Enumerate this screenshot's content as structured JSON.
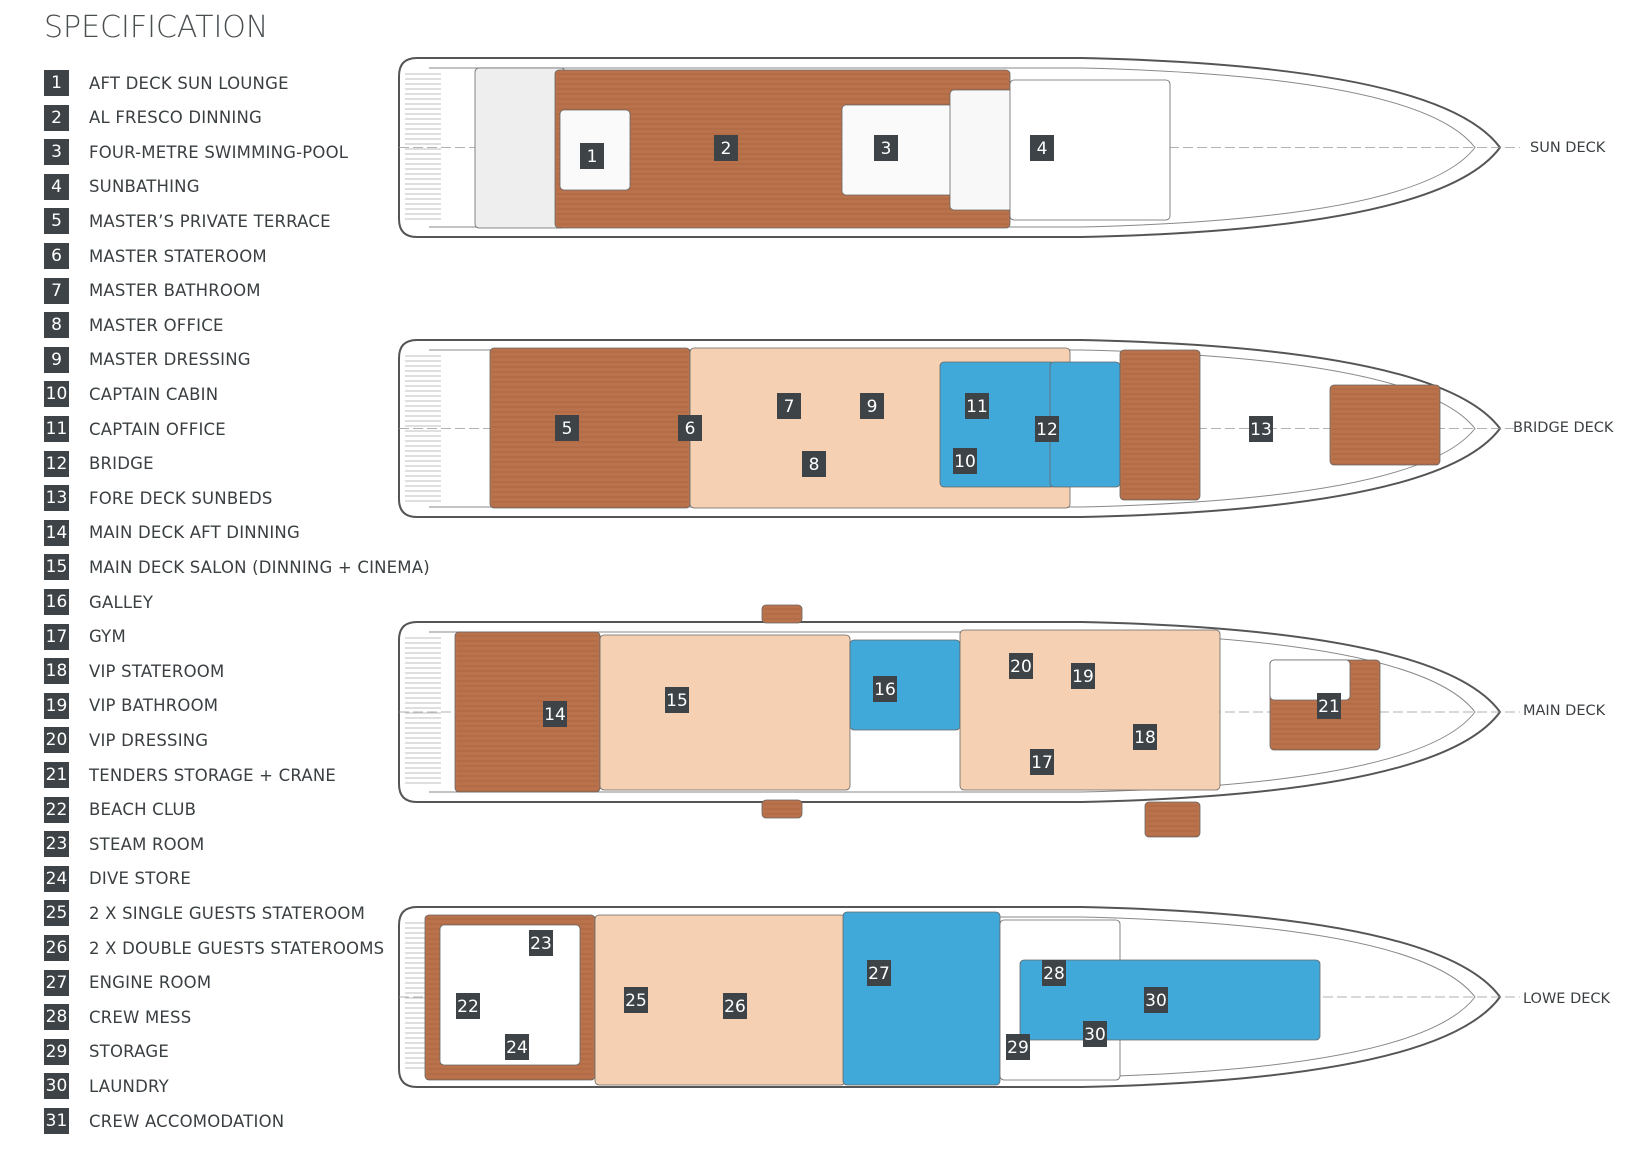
{
  "title": "SPECIFICATION",
  "legend": [
    {
      "n": "1",
      "label": "AFT DECK SUN LOUNGE"
    },
    {
      "n": "2",
      "label": "AL FRESCO DINNING"
    },
    {
      "n": "3",
      "label": "FOUR-METRE SWIMMING-POOL"
    },
    {
      "n": "4",
      "label": "SUNBATHING"
    },
    {
      "n": "5",
      "label": "MASTER’S PRIVATE TERRACE"
    },
    {
      "n": "6",
      "label": "MASTER STATEROOM"
    },
    {
      "n": "7",
      "label": "MASTER BATHROOM"
    },
    {
      "n": "8",
      "label": "MASTER OFFICE"
    },
    {
      "n": "9",
      "label": "MASTER DRESSING"
    },
    {
      "n": "10",
      "label": "CAPTAIN CABIN"
    },
    {
      "n": "11",
      "label": "CAPTAIN OFFICE"
    },
    {
      "n": "12",
      "label": "BRIDGE"
    },
    {
      "n": "13",
      "label": "FORE DECK SUNBEDS"
    },
    {
      "n": "14",
      "label": "MAIN DECK AFT DINNING"
    },
    {
      "n": "15",
      "label": "MAIN DECK SALON (DINNING + CINEMA)"
    },
    {
      "n": "16",
      "label": "GALLEY"
    },
    {
      "n": "17",
      "label": "GYM"
    },
    {
      "n": "18",
      "label": "VIP STATEROOM"
    },
    {
      "n": "19",
      "label": "VIP BATHROOM"
    },
    {
      "n": "20",
      "label": "VIP DRESSING"
    },
    {
      "n": "21",
      "label": "TENDERS STORAGE + CRANE"
    },
    {
      "n": "22",
      "label": "BEACH CLUB"
    },
    {
      "n": "23",
      "label": "STEAM ROOM"
    },
    {
      "n": "24",
      "label": "DIVE STORE"
    },
    {
      "n": "25",
      "label": "2 X SINGLE GUESTS STATEROOM"
    },
    {
      "n": "26",
      "label": "2 X DOUBLE GUESTS STATEROOMS"
    },
    {
      "n": "27",
      "label": "ENGINE ROOM"
    },
    {
      "n": "28",
      "label": "CREW MESS"
    },
    {
      "n": "29",
      "label": "STORAGE"
    },
    {
      "n": "30",
      "label": "LAUNDRY"
    },
    {
      "n": "31",
      "label": "CREW ACCOMODATION"
    }
  ],
  "decks": [
    {
      "name": "SUN DECK",
      "markers": [
        "1",
        "2",
        "3",
        "4"
      ]
    },
    {
      "name": "BRIDGE DECK",
      "markers": [
        "5",
        "6",
        "7",
        "8",
        "9",
        "10",
        "11",
        "12",
        "13"
      ]
    },
    {
      "name": "MAIN DECK",
      "markers": [
        "14",
        "15",
        "16",
        "17",
        "18",
        "19",
        "20",
        "21"
      ]
    },
    {
      "name": "LOWE DECK",
      "markers": [
        "22",
        "23",
        "24",
        "25",
        "26",
        "27",
        "28",
        "29",
        "30",
        "30"
      ]
    }
  ],
  "colors": {
    "teak": "#b9724b",
    "interior": "#f6d0b2",
    "crew": "#41a9d9",
    "marker": "#3d4346",
    "line": "#555"
  }
}
